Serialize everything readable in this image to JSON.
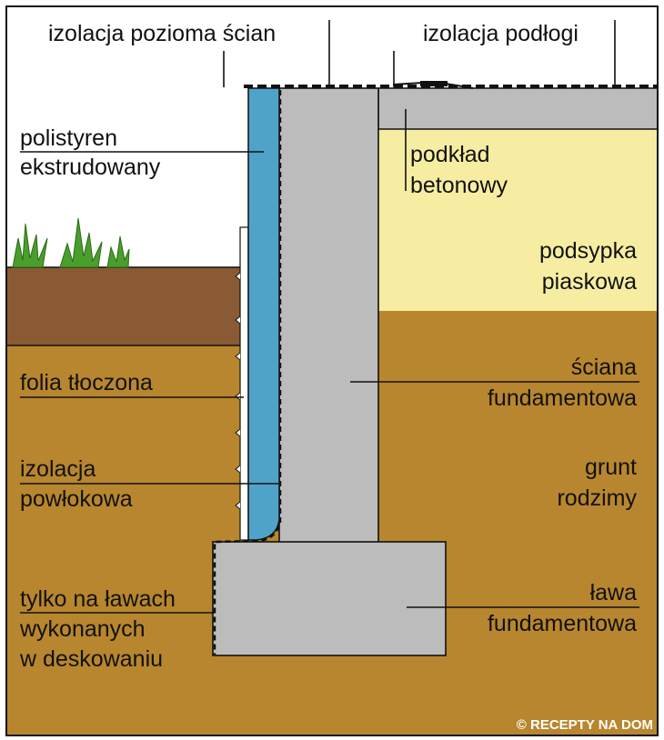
{
  "labels": {
    "wall_horizontal_insulation": "izolacja pozioma ścian",
    "floor_insulation": "izolacja podłogi",
    "xps_1": "polistyren",
    "xps_2": "ekstrudowany",
    "concrete_base_1": "podkład",
    "concrete_base_2": "betonowy",
    "sand_fill_1": "podsypka",
    "sand_fill_2": "piaskowa",
    "dimpled_membrane": "folia tłoczona",
    "foundation_wall_1": "ściana",
    "foundation_wall_2": "fundamentowa",
    "coating_insulation_1": "izolacja",
    "coating_insulation_2": "powłokowa",
    "native_soil_1": "grunt",
    "native_soil_2": "rodzimy",
    "formwork_note_1": "tylko na ławach",
    "formwork_note_2": "wykonanych",
    "formwork_note_3": "w deskowaniu",
    "footing_1": "ława",
    "footing_2": "fundamentowa"
  },
  "watermark": "© RECEPTY NA DOM",
  "colors": {
    "soil": "#b8862e",
    "topsoil": "#8a5a34",
    "sand": "#f6eda2",
    "concrete": "#bcbcbc",
    "polystyrene": "#4fa3c8",
    "plants": "#4a9e2c",
    "outline": "#111111"
  }
}
